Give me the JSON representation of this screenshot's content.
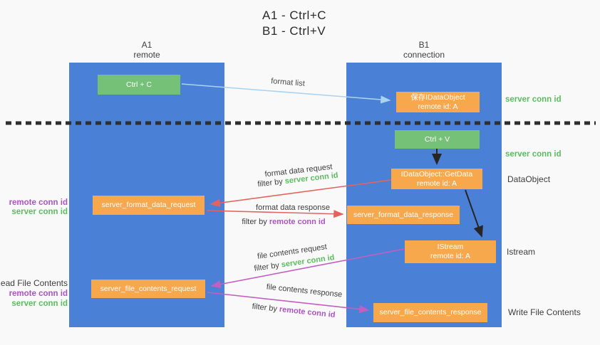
{
  "title": {
    "line1": "A1 - Ctrl+C",
    "line2": "B1 - Ctrl+V"
  },
  "lanes": {
    "a": {
      "name": "A1",
      "subtitle": "remote"
    },
    "b": {
      "name": "B1",
      "subtitle": "connection"
    }
  },
  "boxes": {
    "ctrl_c": {
      "label": "Ctrl + C"
    },
    "save_idataobject": {
      "line1": "保存IDataObject",
      "line2": "remote id: A"
    },
    "ctrl_v": {
      "label": "Ctrl + V"
    },
    "getdata": {
      "line1": "IDataObject::GetData",
      "line2": "remote id: A"
    },
    "format_request": {
      "label": "server_format_data_request"
    },
    "format_response": {
      "label": "server_format_data_response"
    },
    "istream": {
      "line1": "IStream",
      "line2": "remote id: A"
    },
    "file_request": {
      "label": "server_file_contents_request"
    },
    "file_response": {
      "label": "server_file_contents_response"
    }
  },
  "flow_labels": {
    "format_list": "format list",
    "format_data_request": "format data request",
    "format_data_response": "format data response",
    "file_contents_request": "file contents request",
    "file_contents_response": "file contents response",
    "filter_by": "filter by",
    "server_conn_id": "server conn id",
    "remote_conn_id": "remote conn id"
  },
  "side_labels": {
    "server_conn_top": "server conn id",
    "server_conn_mid": "server conn id",
    "data_object": "DataObject",
    "istream": "Istream",
    "write_file": "Write File Contents",
    "read_file": "Read File Contents",
    "remote_conn_left1": "remote conn id",
    "server_conn_left1": "server conn id",
    "remote_conn_left2": "remote conn id",
    "server_conn_left2": "server conn id"
  },
  "colors": {
    "lane_blue": "#4a80d6",
    "box_green": "#75c177",
    "box_orange": "#f8a84c",
    "arrow_red": "#e4635c",
    "arrow_magenta": "#c35fc0",
    "arrow_light_blue": "#a9d3f0",
    "arrow_black": "#262626",
    "label_green": "#5cbd60",
    "label_purple": "#ad54c4"
  }
}
